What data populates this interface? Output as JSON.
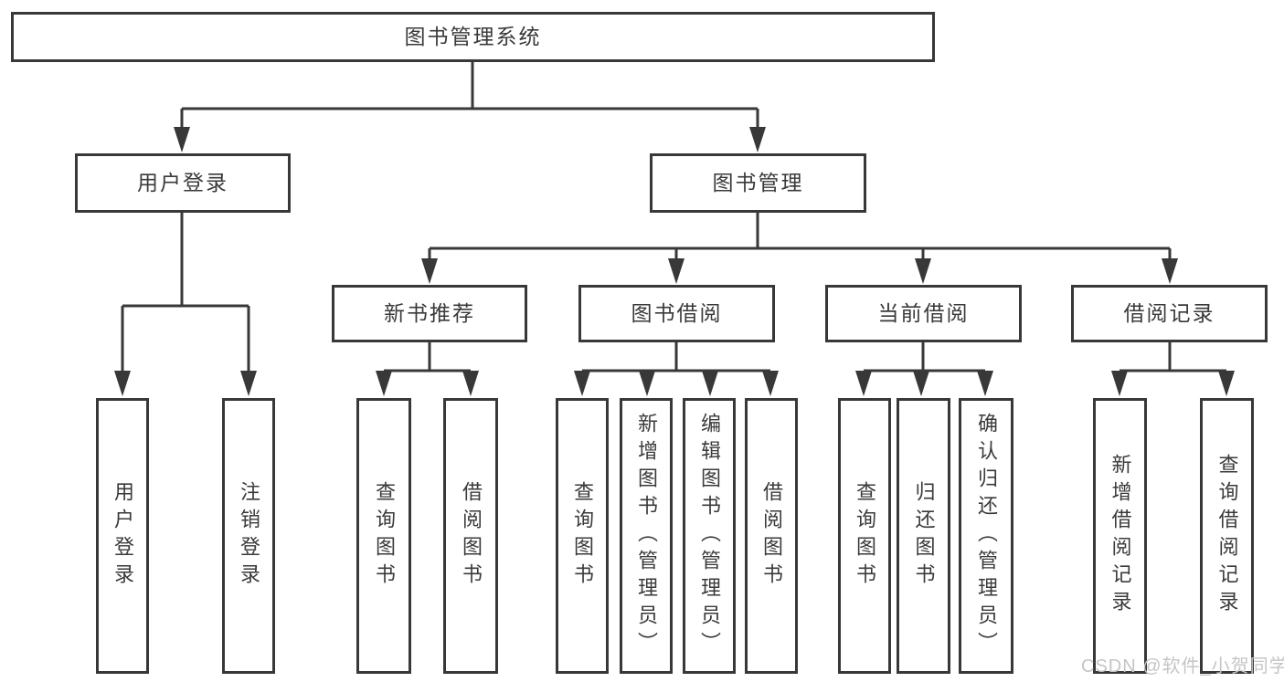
{
  "diagram": {
    "root": {
      "label": "图书管理系统",
      "children": [
        {
          "label": "用户登录",
          "children": [
            {
              "label": "用户登录"
            },
            {
              "label": "注销登录"
            }
          ]
        },
        {
          "label": "图书管理",
          "children": [
            {
              "label": "新书推荐",
              "children": [
                {
                  "label": "查询图书"
                },
                {
                  "label": "借阅图书"
                }
              ]
            },
            {
              "label": "图书借阅",
              "children": [
                {
                  "label": "查询图书"
                },
                {
                  "label": "新增图书（管理员）"
                },
                {
                  "label": "编辑图书（管理员）"
                },
                {
                  "label": "借阅图书"
                }
              ]
            },
            {
              "label": "当前借阅",
              "children": [
                {
                  "label": "查询图书"
                },
                {
                  "label": "归还图书"
                },
                {
                  "label": "确认归还（管理员）"
                }
              ]
            },
            {
              "label": "借阅记录",
              "children": [
                {
                  "label": "新增借阅记录"
                },
                {
                  "label": "查询借阅记录"
                }
              ]
            }
          ]
        }
      ]
    }
  },
  "watermark": {
    "text": "CSDN @软件_小贺同学"
  },
  "colors": {
    "line": "#383838",
    "text": "#3a3a3a",
    "box_background": "#ffffff",
    "watermark_text": "#c5c5c5"
  }
}
